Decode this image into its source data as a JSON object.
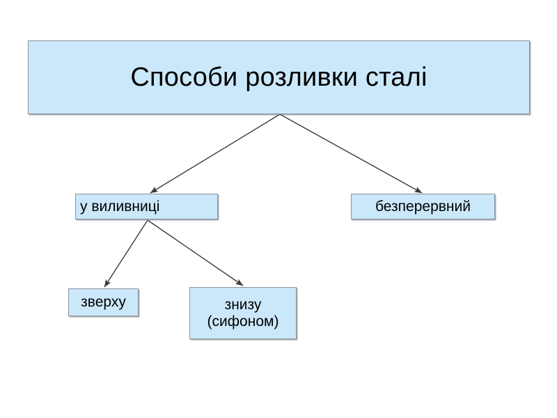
{
  "diagram": {
    "type": "tree",
    "language": "uk",
    "title": "Способи розливки сталі",
    "palette": {
      "node_fill": "#cbe8fb",
      "node_border": "#8a9199",
      "connector": "#3a3a3a",
      "text": "#000000",
      "background": "#ffffff"
    },
    "nodes": [
      {
        "id": "root",
        "label": "Способи розливки сталі",
        "level": 0
      },
      {
        "id": "ingot",
        "label": "у виливниці",
        "level": 1
      },
      {
        "id": "continuous",
        "label": "безперервний",
        "level": 1
      },
      {
        "id": "top",
        "label": "зверху",
        "level": 2
      },
      {
        "id": "bottom",
        "label": "знизу\n(сифоном)",
        "level": 2
      }
    ],
    "edges": [
      {
        "from": "root",
        "to": "ingot",
        "arrow": "end"
      },
      {
        "from": "root",
        "to": "continuous",
        "arrow": "end"
      },
      {
        "from": "ingot",
        "to": "top",
        "arrow": "end"
      },
      {
        "from": "ingot",
        "to": "bottom",
        "arrow": "end"
      }
    ]
  }
}
